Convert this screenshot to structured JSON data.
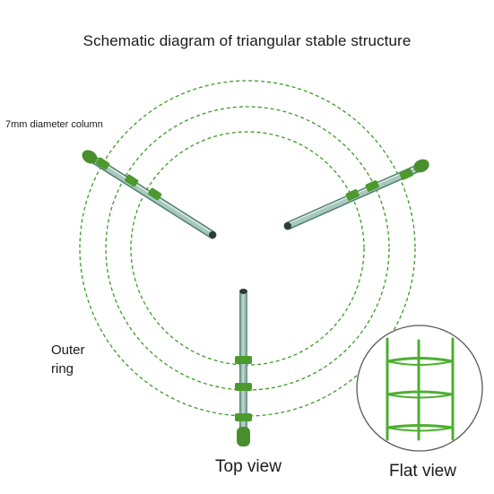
{
  "title": "Schematic diagram of triangular stable structure",
  "labels": {
    "column": "7mm diameter column",
    "outer_line1": "Outer",
    "outer_line2": "ring",
    "top_view": "Top view",
    "flat_view": "Flat view"
  },
  "colors": {
    "ring_dash": "#3f9a2a",
    "stake": "#7fa79a",
    "stake_dark": "#4f7f70",
    "stake_light": "#c8ded6",
    "clip": "#4c9a2e",
    "cap": "#4a8f2e",
    "flat_view_border": "#5a5a5a",
    "flat_view_frame": "#4caf30"
  }
}
